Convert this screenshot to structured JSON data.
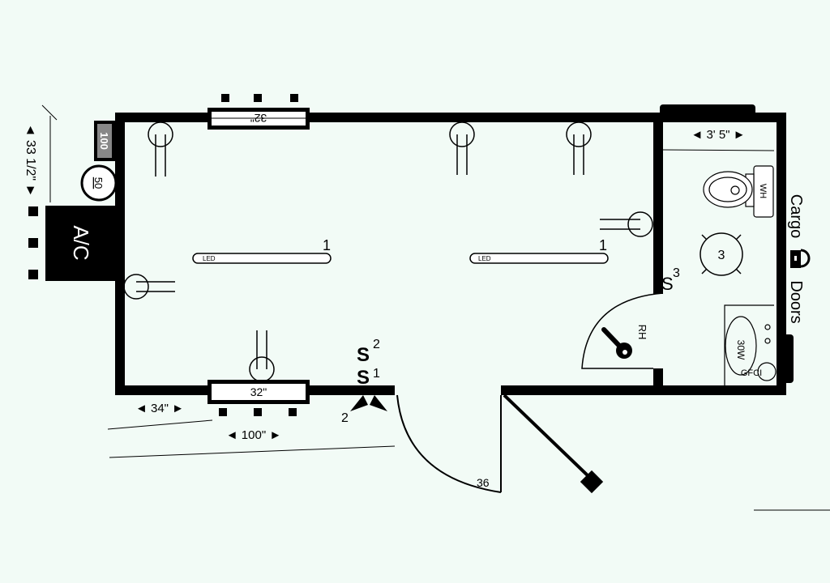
{
  "labels": {
    "ac": "A/C",
    "panel_100": "100",
    "breaker_50": "50",
    "dim_left": "◄ 33 1/2\" ►",
    "window_top": "32\"",
    "window_bottom": "32\"",
    "dim_34": "◄ 34\" ►",
    "dim_100": "◄ 100\" ►",
    "dim_bath": "◄ 3' 5\" ►",
    "led_left": "LED",
    "led_right": "LED",
    "led_left_num": "1",
    "led_right_num": "1",
    "switch_s": "S",
    "switch_2": "2",
    "switch_1": "1",
    "switch_3": "3",
    "bath_switch_s": "S",
    "door_num": "2",
    "door_width": "36",
    "rh": "RH",
    "wh": "WH",
    "fan_num": "3",
    "sink": "30W",
    "gfci": "GFCI",
    "cargo": "Cargo",
    "doors": "Doors"
  }
}
